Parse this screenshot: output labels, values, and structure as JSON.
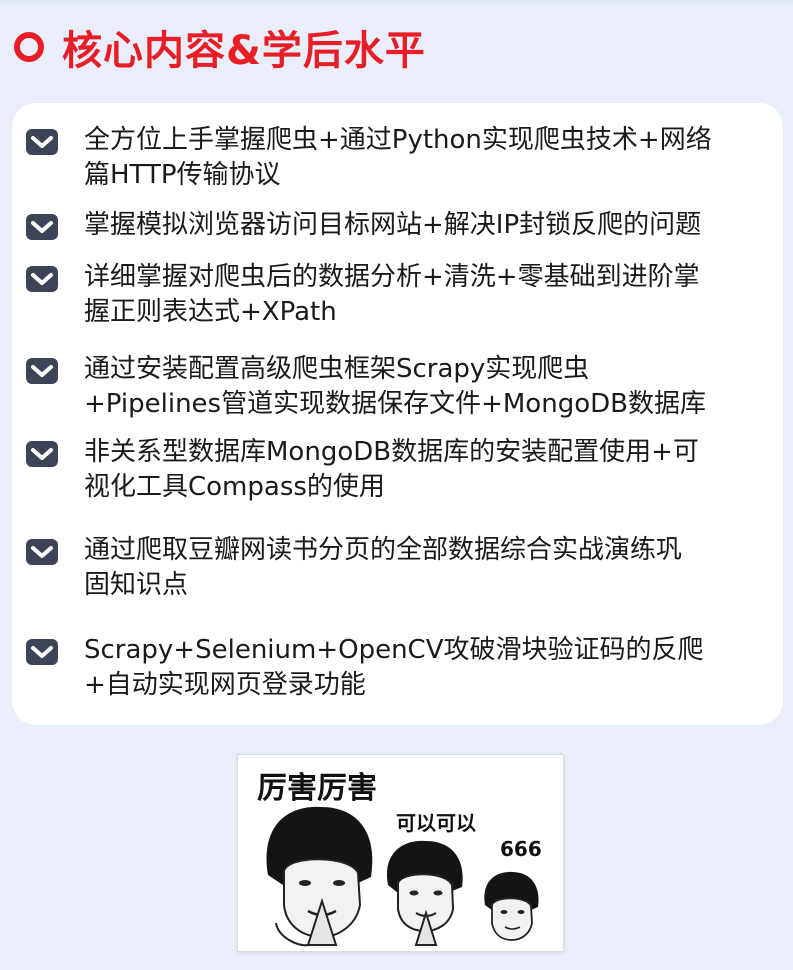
{
  "section": {
    "title": "核心内容&学后水平",
    "icon": "red-ring-icon"
  },
  "items": [
    {
      "text": "全方位上手掌握爬虫+通过Python实现爬虫技术+网络\n篇HTTP传输协议",
      "icon": "check-chevron-icon"
    },
    {
      "text": "掌握模拟浏览器访问目标网站+解决IP封锁反爬的问题",
      "icon": "check-chevron-icon"
    },
    {
      "text": "详细掌握对爬虫后的数据分析+清洗+零基础到进阶掌\n握正则表达式+XPath",
      "icon": "check-chevron-icon"
    },
    {
      "text": "通过安装配置高级爬虫框架Scrapy实现爬虫\n+Pipelines管道实现数据保存文件+MongoDB数据库",
      "icon": "check-chevron-icon"
    },
    {
      "text": "非关系型数据库MongoDB数据库的安装配置使用+可\n视化工具Compass的使用",
      "icon": "check-chevron-icon"
    },
    {
      "text": "通过爬取豆瓣网读书分页的全部数据综合实战演练巩\n固知识点",
      "icon": "check-chevron-icon"
    },
    {
      "text": "Scrapy+Selenium+OpenCV攻破滑块验证码的反爬\n+自动实现网页登录功能",
      "icon": "check-chevron-icon"
    }
  ],
  "meme": {
    "title": "厉害厉害",
    "caption_mid": "可以可以",
    "caption_num": "666"
  },
  "colors": {
    "accent": "#e81e26",
    "page_bg": "#e9eefa",
    "card_bg": "#ffffff",
    "check_icon": "#3d4457"
  }
}
